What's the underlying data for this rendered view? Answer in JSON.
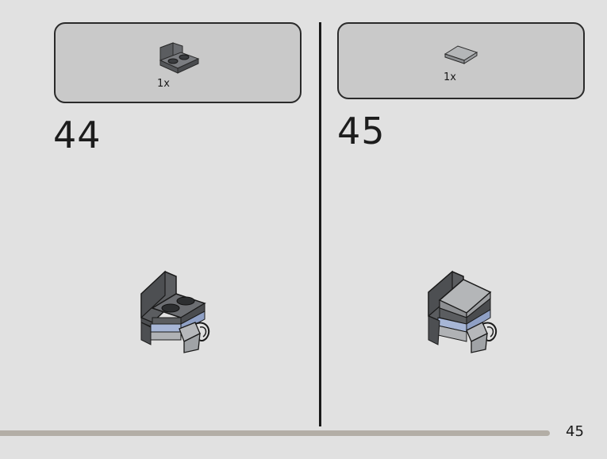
{
  "steps": [
    {
      "number": "44",
      "parts": [
        {
          "quantity": "1x",
          "piece": "bracket-1x2-2x2-dark-gray-icon"
        }
      ]
    },
    {
      "number": "45",
      "parts": [
        {
          "quantity": "1x",
          "piece": "slope-tile-light-gray-icon"
        }
      ]
    }
  ],
  "page_number": "45",
  "colors": {
    "background": "#e1e1e1",
    "parts_box": "#c9c9c9",
    "dark_gray_brick": "#5b5d60",
    "light_gray_brick": "#a0a3a6",
    "light_blue_brick": "#a7b6d6",
    "bottom_bar": "#b3aea6"
  }
}
